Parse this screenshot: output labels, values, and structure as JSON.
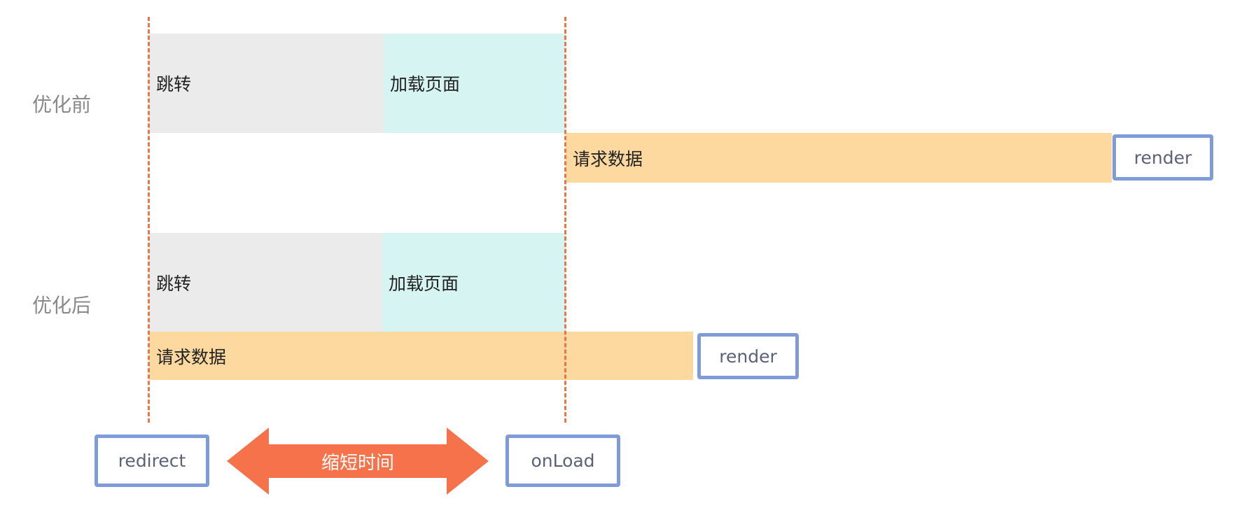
{
  "before": {
    "label": "优化前",
    "redirect": "跳转",
    "load_page": "加载页面",
    "request_data": "请求数据",
    "render": "render"
  },
  "after": {
    "label": "优化后",
    "redirect": "跳转",
    "load_page": "加载页面",
    "request_data": "请求数据",
    "render": "render"
  },
  "markers": {
    "redirect": "redirect",
    "onload": "onLoad"
  },
  "arrow": {
    "label": "缩短时间"
  },
  "colors": {
    "redirect_segment": "#ebebeb",
    "load_segment": "#d6f5f2",
    "request_segment": "#fdd9a0",
    "box_border": "#7f9bd8",
    "dashed_line": "#e8774a",
    "arrow": "#f5724a"
  }
}
